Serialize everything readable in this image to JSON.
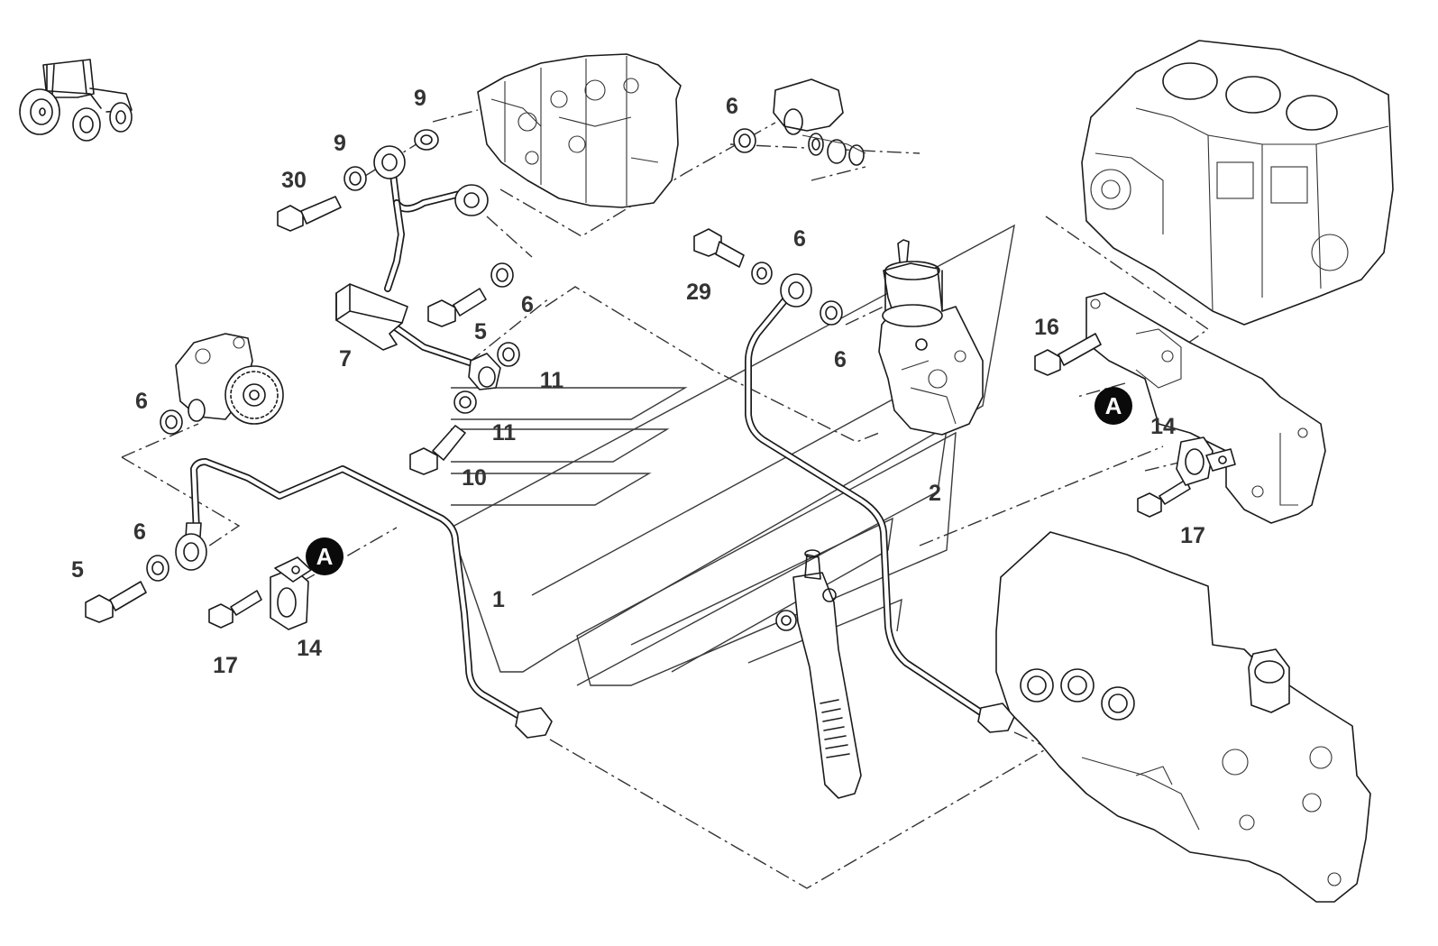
{
  "callouts": [
    {
      "id": "c-9a",
      "text": "9"
    },
    {
      "id": "c-9b",
      "text": "9"
    },
    {
      "id": "c-30",
      "text": "30"
    },
    {
      "id": "c-6a",
      "text": "6"
    },
    {
      "id": "c-6b",
      "text": "6"
    },
    {
      "id": "c-29",
      "text": "29"
    },
    {
      "id": "c-6c",
      "text": "6"
    },
    {
      "id": "c-5a",
      "text": "5"
    },
    {
      "id": "c-7",
      "text": "7"
    },
    {
      "id": "c-6d",
      "text": "6"
    },
    {
      "id": "c-11a",
      "text": "11"
    },
    {
      "id": "c-11b",
      "text": "11"
    },
    {
      "id": "c-6e",
      "text": "6"
    },
    {
      "id": "c-10",
      "text": "10"
    },
    {
      "id": "c-16",
      "text": "16"
    },
    {
      "id": "c-14a",
      "text": "14"
    },
    {
      "id": "c-2",
      "text": "2"
    },
    {
      "id": "c-17a",
      "text": "17"
    },
    {
      "id": "c-6f",
      "text": "6"
    },
    {
      "id": "c-5b",
      "text": "5"
    },
    {
      "id": "c-1",
      "text": "1"
    },
    {
      "id": "c-14b",
      "text": "14"
    },
    {
      "id": "c-17b",
      "text": "17"
    }
  ],
  "badges": [
    {
      "id": "badge-a-right",
      "text": "A"
    },
    {
      "id": "badge-a-left",
      "text": "A"
    }
  ],
  "icons": {
    "tractor": "tractor-icon"
  },
  "colors": {
    "line": "#1a1a1a",
    "label": "#333333",
    "badge": "#0a0a0a",
    "background": "#ffffff"
  }
}
